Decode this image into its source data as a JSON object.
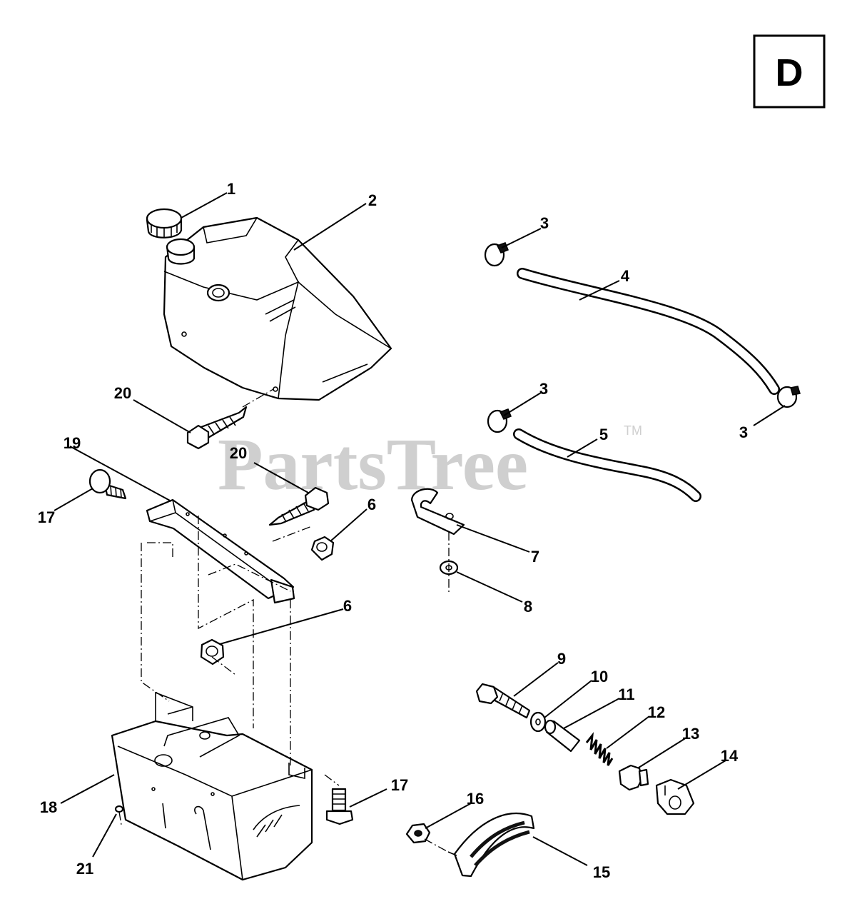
{
  "section_letter": "D",
  "watermark": {
    "text": "PartsTree",
    "trademark": "TM"
  },
  "callouts": [
    "1",
    "2",
    "3",
    "3",
    "3",
    "4",
    "5",
    "6",
    "6",
    "7",
    "8",
    "9",
    "10",
    "11",
    "12",
    "13",
    "14",
    "15",
    "16",
    "17",
    "17",
    "18",
    "19",
    "20",
    "20",
    "21"
  ]
}
